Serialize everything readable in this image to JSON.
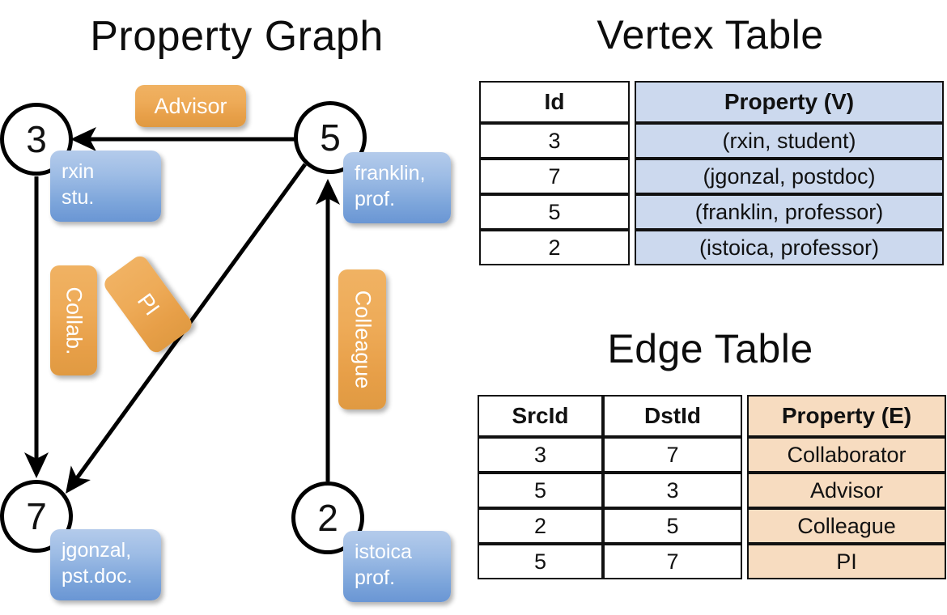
{
  "titles": {
    "property_graph": "Property Graph",
    "vertex_table": "Vertex Table",
    "edge_table": "Edge Table"
  },
  "graph": {
    "nodes": [
      {
        "id": "3",
        "property": {
          "line1": "rxin",
          "line2": "stu."
        }
      },
      {
        "id": "5",
        "property": {
          "line1": "franklin,",
          "line2": "prof."
        }
      },
      {
        "id": "7",
        "property": {
          "line1": "jgonzal,",
          "line2": "pst.doc."
        }
      },
      {
        "id": "2",
        "property": {
          "line1": "istoica",
          "line2": "prof."
        }
      }
    ],
    "edge_labels": {
      "advisor": "Advisor",
      "collab": "Collab.",
      "pi": "PI",
      "colleague": "Colleague"
    }
  },
  "vertex_table": {
    "headers": [
      "Id",
      "Property (V)"
    ],
    "rows": [
      [
        "3",
        "(rxin, student)"
      ],
      [
        "7",
        "(jgonzal, postdoc)"
      ],
      [
        "5",
        "(franklin, professor)"
      ],
      [
        "2",
        "(istoica, professor)"
      ]
    ]
  },
  "edge_table": {
    "headers": [
      "SrcId",
      "DstId",
      "Property (E)"
    ],
    "rows": [
      [
        "3",
        "7",
        "Collaborator"
      ],
      [
        "5",
        "3",
        "Advisor"
      ],
      [
        "2",
        "5",
        "Colleague"
      ],
      [
        "5",
        "7",
        "PI"
      ]
    ]
  },
  "colors": {
    "node_fill": "#ffffff",
    "node_stroke": "#000000",
    "vertex_property_fill": "#ccd9ee",
    "edge_property_fill": "#f7dcc0",
    "blue_callout": "#7ba4da",
    "orange_tag": "#e79f48",
    "background": "#ffffff"
  }
}
